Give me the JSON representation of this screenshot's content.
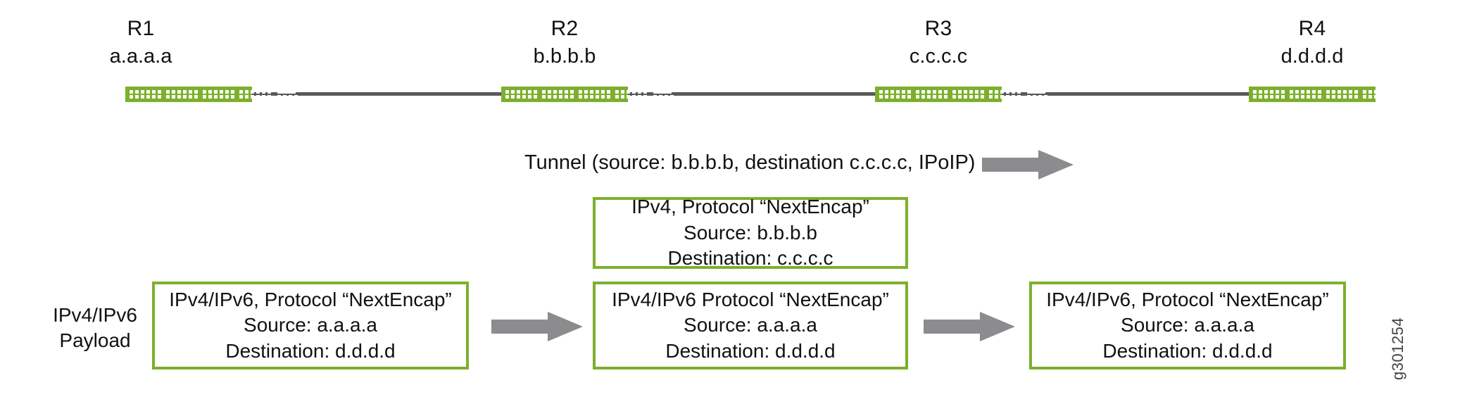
{
  "figure": {
    "id_label": "g301254",
    "accent_green": "#7CB02C",
    "line_gray": "#595959",
    "arrow_gray": "#8C8C8F"
  },
  "topology": {
    "routers": [
      {
        "name": "R1",
        "address": "a.a.a.a",
        "icon": "router-icon"
      },
      {
        "name": "R2",
        "address": "b.b.b.b",
        "icon": "router-icon"
      },
      {
        "name": "R3",
        "address": "c.c.c.c",
        "icon": "router-icon"
      },
      {
        "name": "R4",
        "address": "d.d.d.d",
        "icon": "router-icon"
      }
    ]
  },
  "tunnel": {
    "label": "Tunnel  (source: b.b.b.b, destination c.c.c.c, IPoIP)",
    "arrow_icon": "right-block-arrow-icon"
  },
  "payload_caption": {
    "line1": "IPv4/IPv6",
    "line2": "Payload"
  },
  "packets": {
    "outer_header": {
      "line1": "IPv4, Protocol “NextEncap”",
      "line2": "Source: b.b.b.b",
      "line3": "Destination: c.c.c.c"
    },
    "left": {
      "line1": "IPv4/IPv6, Protocol “NextEncap”",
      "line2": "Source: a.a.a.a",
      "line3": "Destination: d.d.d.d"
    },
    "middle": {
      "line1": "IPv4/IPv6 Protocol “NextEncap”",
      "line2": "Source: a.a.a.a",
      "line3": "Destination: d.d.d.d"
    },
    "right": {
      "line1": "IPv4/IPv6, Protocol “NextEncap”",
      "line2": "Source: a.a.a.a",
      "line3": "Destination: d.d.d.d"
    }
  },
  "flow_arrows": [
    {
      "icon": "right-block-arrow-icon"
    },
    {
      "icon": "right-block-arrow-icon"
    }
  ]
}
